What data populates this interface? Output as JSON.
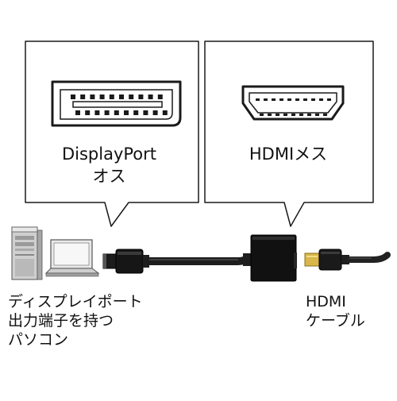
{
  "callouts": {
    "left": {
      "line1": "DisplayPort",
      "line2": "オス"
    },
    "right": {
      "line1": "HDMIメス"
    }
  },
  "labels": {
    "pc": {
      "line1": "ディスプレイポート",
      "line2": "出力端子を持つ",
      "line3": "パソコン"
    },
    "cable": {
      "line1": "HDMI",
      "line2": "ケーブル"
    }
  },
  "colors": {
    "outline": "#1a1a1a",
    "cable": "#222222",
    "adapter": "#111111",
    "gold_plug": "#d9b64a",
    "pc_gray": "#c9c9c9"
  },
  "icons": [
    "displayport-connector-icon",
    "hdmi-connector-icon",
    "desktop-tower-icon",
    "laptop-icon",
    "adapter-cable-icon",
    "hdmi-cable-plug-icon"
  ]
}
